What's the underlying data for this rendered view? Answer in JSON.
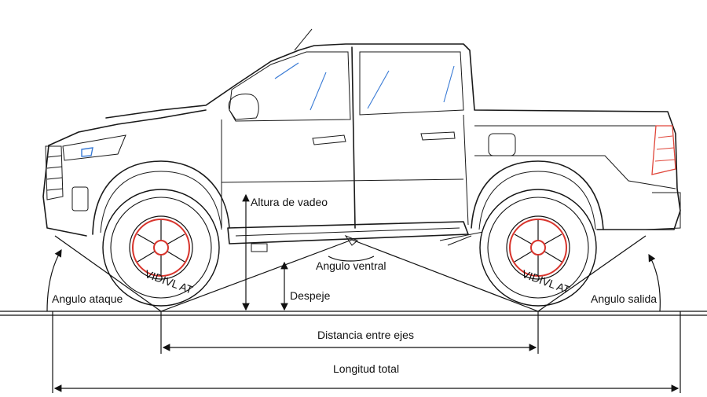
{
  "labels": {
    "wading_height": "Altura de vadeo",
    "ramp_angle": "Angulo ventral",
    "approach_angle": "Angulo ataque",
    "ground_clearance": "Despeje",
    "departure_angle": "Angulo salida",
    "wheelbase": "Distancia entre ejes",
    "overall_length": "Longitud total"
  },
  "tyre_text": "VIDIVL  AT",
  "colors": {
    "line": "#111111",
    "rim_accent": "#d8342c",
    "glass_accent": "#3a7bd5",
    "tail_light": "#e0463a"
  }
}
